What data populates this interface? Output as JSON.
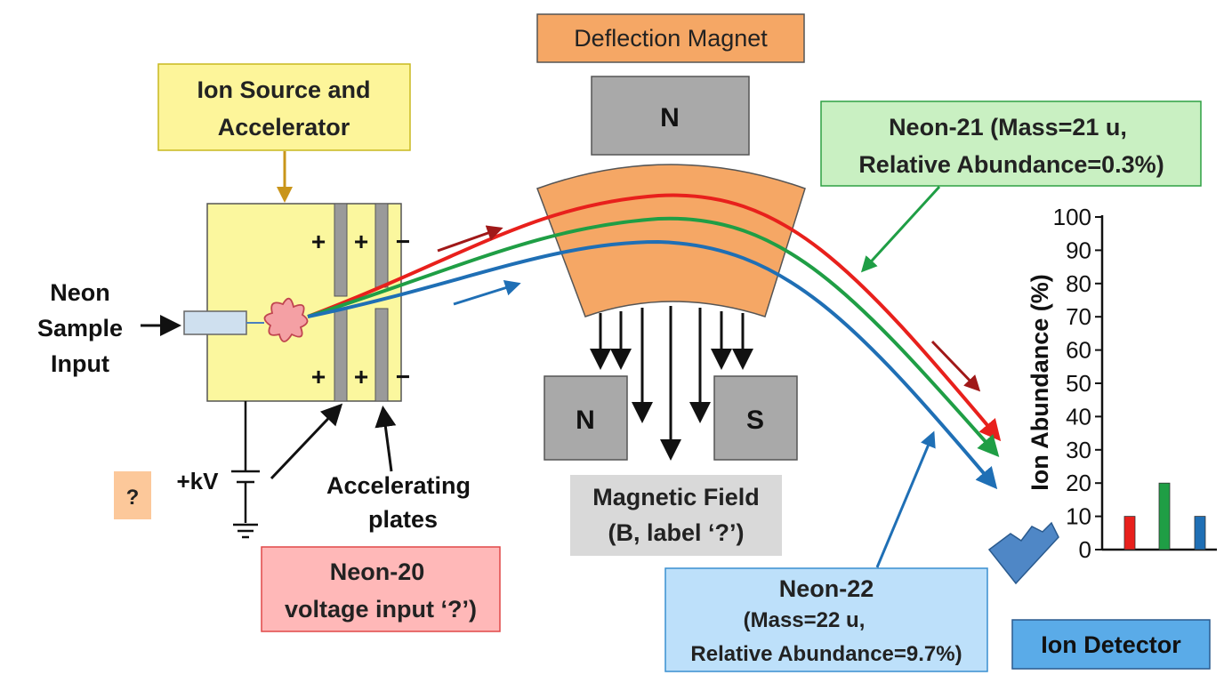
{
  "labels": {
    "ion_source_line1": "Ion Source and",
    "ion_source_line2": "Accelerator",
    "deflection_magnet": "Deflection Magnet",
    "magnet_top_pole": "N",
    "magnet_bottom_left_pole": "N",
    "magnet_bottom_right_pole": "S",
    "neon21_line1": "Neon-21 (Mass=21 u,",
    "neon21_line2": "Relative Abundance=0.3%)",
    "neon_sample_line1": "Neon",
    "neon_sample_line2": "Sample",
    "neon_sample_line3": "Input",
    "question_box": "?",
    "voltage": "+kV",
    "accel_plates_line1": "Accelerating",
    "accel_plates_line2": "plates",
    "neon20_line1": "Neon-20",
    "neon20_line2": "voltage input ‘?’)",
    "magnetic_field_line1": "Magnetic Field",
    "magnetic_field_line2": "(B, label ‘?’)",
    "neon22_line1": "Neon-22",
    "neon22_line2": "(Mass=22 u,",
    "neon22_line3": "Relative Abundance=9.7%)",
    "ion_detector": "Ion Detector",
    "plate_plus": "+",
    "plate_minus": "−"
  },
  "colors": {
    "ion_source_box": "#fdf59a",
    "ion_source_border": "#c8b820",
    "deflection_magnet_box": "#f5a765",
    "magnet_gray": "#a9a9a9",
    "magnet_arc": "#f5a765",
    "neon21_box": "#c9f0c2",
    "neon21_border": "#2ea043",
    "neon20_box": "#ffb8b8",
    "neon20_border": "#e04848",
    "neon22_box": "#bde0fa",
    "neon22_border": "#3a8fd0",
    "detector_box": "#5aabe8",
    "question_box": "#fcc89a",
    "field_box": "#d9d9d9",
    "beam_red": "#e8201c",
    "beam_green": "#1f9e45",
    "beam_blue": "#1f6fb5"
  },
  "chart_data": {
    "type": "bar",
    "ylabel": "Ion Abundance (%)",
    "ylim": [
      0,
      100
    ],
    "yticks": [
      "0",
      "10",
      "20",
      "30",
      "40",
      "50",
      "60",
      "70",
      "80",
      "90",
      "100"
    ],
    "categories": [
      "",
      "",
      ""
    ],
    "values": [
      10,
      20,
      10
    ],
    "bar_colors": [
      "#e8201c",
      "#1f9e45",
      "#1f6fb5"
    ]
  }
}
